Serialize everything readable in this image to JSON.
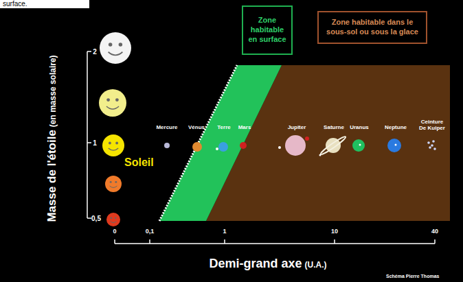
{
  "diagram": {
    "nodes": [
      {
        "text": [
          "Zone habitable en surface"
        ]
      },
      {
        "text": [
          "Zone habitable dans le sous-sol ou sous la glace"
        ]
      }
    ],
    "labels": [
      "surface.",
      "Masse de l'étoile",
      "(en masse solaire)",
      "2",
      "1",
      "0,5",
      "Soleil",
      "Mercure",
      "Vénus",
      "Terre",
      "Mars",
      "Jupiter",
      "Saturne",
      "Uranus",
      "Neptune",
      "Ceinture De Kuiper",
      "0",
      "0,1",
      "1",
      "10",
      "40",
      "Demi-grand axe",
      "(U.A.)",
      "Schéma Pierre Thomas"
    ]
  }
}
